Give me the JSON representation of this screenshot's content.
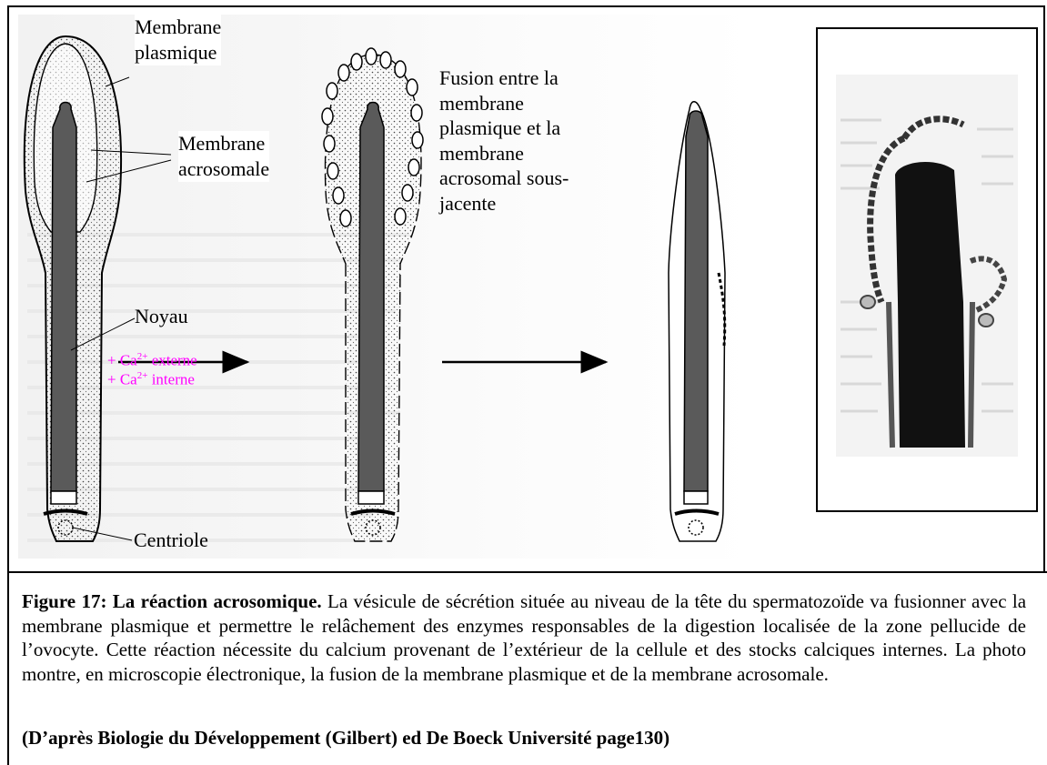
{
  "figure": {
    "labels": {
      "membrane_plasmique": "Membrane plasmique",
      "membrane_acrosomale": "Membrane acrosomale",
      "fusion": "Fusion entre la membrane plasmique et la membrane acrosomal sous-jacente",
      "noyau": "Noyau",
      "centriole": "Centriole",
      "ca_externe_prefix": "+ Ca",
      "ca_externe_charge": "2+",
      "ca_externe_suffix": "externe",
      "ca_interne_prefix": "+ Ca",
      "ca_interne_charge": "2+",
      "ca_interne_suffix": "interne"
    },
    "fusion_lines": [
      "Fusion entre la",
      "membrane",
      "plasmique et la",
      "membrane",
      "acrosomal sous-",
      "jacente"
    ],
    "membrane_plasmique_lines": [
      "Membrane",
      "plasmique"
    ],
    "membrane_acrosomale_lines": [
      "Membrane",
      "acrosomale"
    ]
  },
  "caption": {
    "title": "Figure 17: La réaction acrosomique.",
    "body": "La vésicule de sécrétion située au niveau de la tête du spermatozoïde va fusionner avec la membrane plasmique et permettre le relâchement des enzymes responsables de la digestion localisée de la zone pellucide de l’ovocyte. Cette réaction nécessite du calcium provenant de l’extérieur de la cellule et des stocks calciques internes. La photo montre, en microscopie électronique, la fusion de la membrane plasmique et  de la membrane acrosomale.",
    "source": "(D’après Biologie du Développement (Gilbert) ed De Boeck Université page130)"
  },
  "colors": {
    "calcium_text": "#ff00ff",
    "nucleus": "#5a5a5a",
    "outline": "#000000"
  }
}
